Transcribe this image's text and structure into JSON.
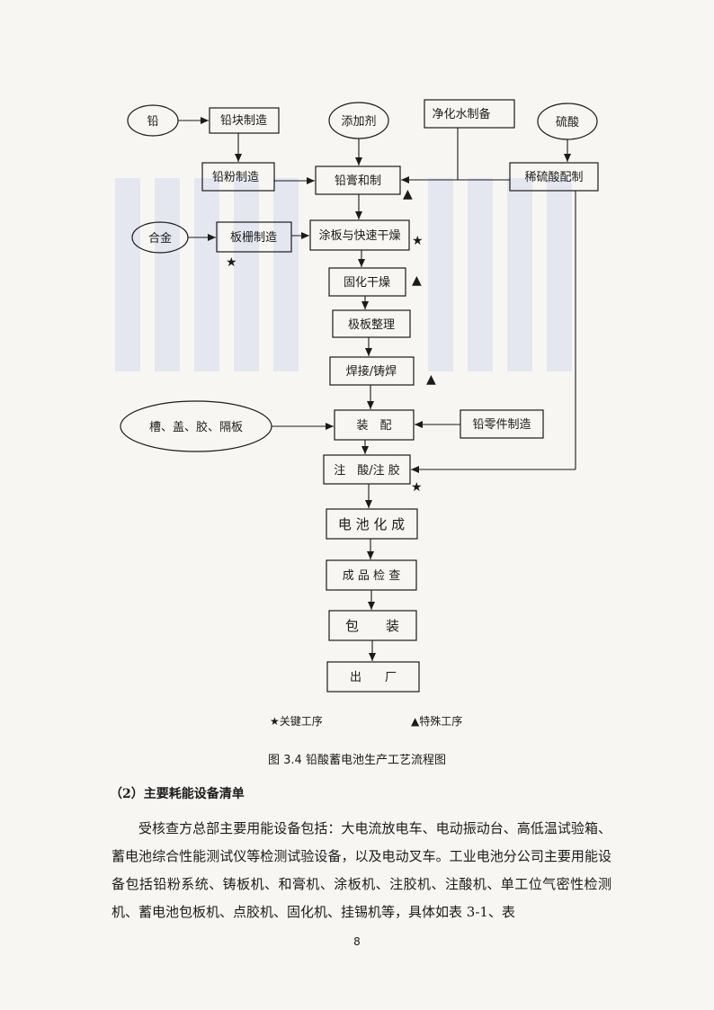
{
  "nodes": {
    "lead": "铅",
    "lead_block": "铅块制造",
    "additive": "添加剂",
    "pure_water": "净化水制备",
    "sulfuric_acid": "硫酸",
    "lead_powder": "铅粉制造",
    "paste_mixing": "铅膏和制",
    "dilute_acid": "稀硫酸配制",
    "alloy": "合金",
    "grid_making": "板栅制造",
    "pasting_drying": "涂板与快速干燥",
    "curing_drying": "固化干燥",
    "plate_sorting": "极板整理",
    "welding": "焊接/铸焊",
    "tank_parts": "槽、盖、胶、隔板",
    "assembly": "装　配",
    "lead_parts": "铅零件制造",
    "acid_filling": "注　酸/注 胶",
    "formation": "电 池 化 成",
    "inspection": "成 品 检 查",
    "packaging": "包　　装",
    "shipping": "出　　厂"
  },
  "marks": {
    "star": "★",
    "triangle": "▲"
  },
  "legend": {
    "key_process": "★关键工序",
    "special_process": "▲特殊工序"
  },
  "caption": "图 3.4  铅酸蓄电池生产工艺流程图",
  "section_title": "（2）主要耗能设备清单",
  "paragraph": "受核查方总部主要用能设备包括：大电流放电车、电动振动台、高低温试验箱、蓄电池综合性能测试仪等检测试验设备，以及电动叉车。工业电池分公司主要用能设备包括铅粉系统、铸板机、和膏机、涂板机、注胶机、注酸机、单工位气密性检测机、蓄电池包板机、点胶机、固化机、挂锡机等，具体如表 3-1、表",
  "page_number": "8"
}
